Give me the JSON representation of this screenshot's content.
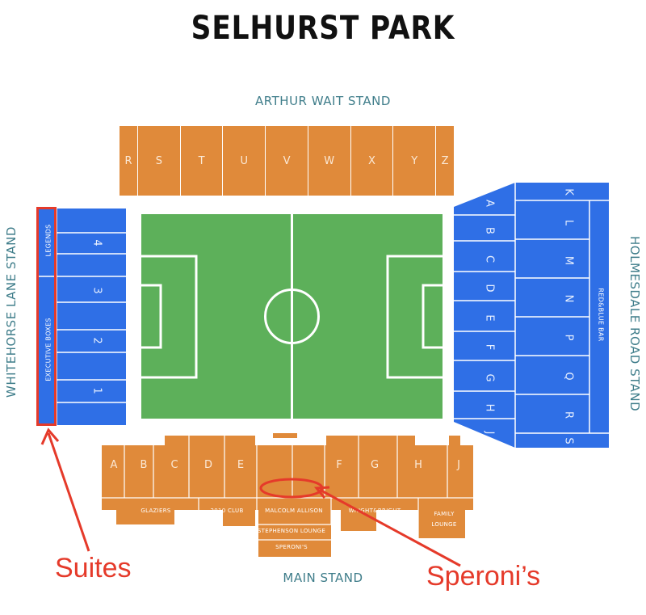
{
  "title": "SELHURST PARK",
  "stands": {
    "top": "ARTHUR WAIT STAND",
    "left": "WHITEHORSE LANE STAND",
    "right": "HOLMESDALE ROAD STAND",
    "bottom": "MAIN STAND"
  },
  "top_sections": [
    "R",
    "S",
    "T",
    "U",
    "V",
    "W",
    "X",
    "Y",
    "Z"
  ],
  "left_blocks": {
    "legends": "LEGENDS",
    "executive": "EXECUTIVE BOXES",
    "numbers": [
      "4",
      "3",
      "2",
      "1"
    ]
  },
  "right_sections": {
    "inner": [
      "A",
      "B",
      "C",
      "D",
      "E",
      "F",
      "G",
      "H",
      "J"
    ],
    "outer": [
      "K",
      "L",
      "M",
      "N",
      "P",
      "Q",
      "R",
      "S"
    ],
    "bar": "RED&BLUE BAR"
  },
  "bottom_sections": [
    "A",
    "B",
    "C",
    "D",
    "E",
    "F",
    "G",
    "H",
    "J"
  ],
  "lounges": {
    "glaziers": "GLAZIERS",
    "club2010": "2010 CLUB",
    "malcolm": "MALCOLM ALLISON",
    "wright": "WRIGHT&BRIGHT",
    "family_1": "FAMILY",
    "family_2": "LOUNGE",
    "stephenson": "STEPHENSON LOUNGE",
    "speronis": "SPERONI'S"
  },
  "annotations": {
    "suites": "Suites",
    "speronis": "Speroni’s"
  },
  "colors": {
    "orange": "#e08a3a",
    "blue": "#2f6fe6",
    "pitch": "#5db05a",
    "annotation_red": "#e53a2a",
    "stand_label": "#3f7d8a"
  }
}
